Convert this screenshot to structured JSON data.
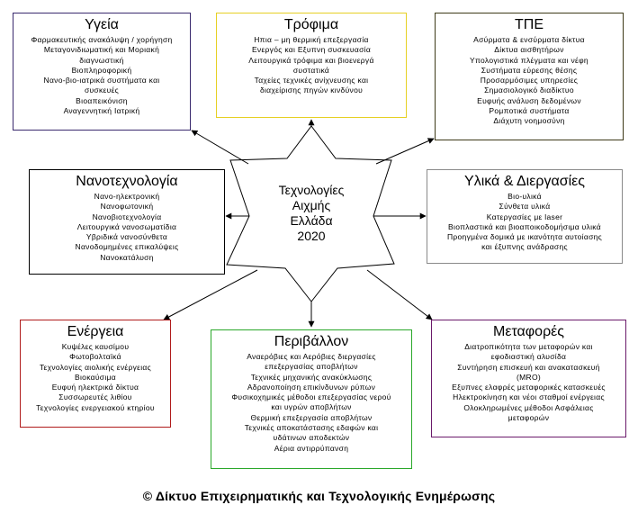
{
  "center": {
    "lines": [
      "Τεχνολογίες",
      "Αιχμής",
      "Ελλάδα",
      "2020"
    ]
  },
  "boxes": [
    {
      "id": "health",
      "title": "Υγεία",
      "color": "#3a2a6e",
      "items": [
        "Φαρμακευτικής ανακάλυψη / χορήγηση",
        "Μεταγονιδιωματική και Μοριακή",
        "διαγνωστική",
        "Βιοπληροφορική",
        "Νανο-βιο-ιατρικά συστήματα και",
        "συσκευές",
        "Βιοαπεικόνιση",
        "Αναγεννητική Ιατρική"
      ]
    },
    {
      "id": "food",
      "title": "Τρόφιμα",
      "color": "#e6d024",
      "items": [
        "Ηπια – μη θερμική επεξεργασία",
        "Ενεργός και Εξυπνη συσκευασία",
        "Λειτουργικά τρόφιμα και βιοενεργά",
        "συστατικά",
        "Ταχείες τεχνικές ανίχνευσης και",
        "διαχείρισης πηγών κινδύνου"
      ]
    },
    {
      "id": "ict",
      "title": "ΤΠΕ",
      "color": "#3d3a18",
      "items": [
        "Ασύρματα & ενσύρματα δίκτυα",
        "Δίκτυα αισθητήρων",
        "Υπολογιστικά πλέγματα και νέφη",
        "Συστήματα εύρεσης θέσης",
        "Προσαρμόσιμες υπηρεσίες",
        "Σημασιολογικό διαδίκτυο",
        "Ευφυής ανάλυση δεδομένων",
        "Ρομποτικά συστήματα",
        "Διάχυτη νοημοσύνη"
      ]
    },
    {
      "id": "nano",
      "title": "Νανοτεχνολογία",
      "color": "#000000",
      "items": [
        "Νανο-ηλεκτρονική",
        "Νανοφωτονική",
        "Νανοβιοτεχνολογία",
        "Λειτουργικά νανοσωματίδια",
        "Υβριδικά νανοσύνθετα",
        "Νανοδομημένες επικαλύψεις",
        "Νανοκατάλυση"
      ]
    },
    {
      "id": "materials",
      "title": "Υλικά & Διεργασίες",
      "color": "#8a8a8a",
      "items": [
        "Βιο-υλικά",
        "Σύνθετα υλικά",
        "Κατεργασίες με laser",
        "Βιοπλαστικά και βιοαποικοδομήσιμα υλικά",
        "Προηγμένα δομικά με ικανότητα αυτοίασης",
        "και έξυπνης ανάδρασης"
      ]
    },
    {
      "id": "energy",
      "title": "Ενέργεια",
      "color": "#b01c1c",
      "items": [
        "Κυψέλες καυσίμου",
        "Φωτοβολταϊκά",
        "Τεχνολογίες αιολικής ενέργειας",
        "Βιοκαύσιμα",
        "Ευφυή ηλεκτρικά δίκτυα",
        "Συσσωρευτές λιθίου",
        "Τεχνολογίες ενεργειακού κτηρίου"
      ]
    },
    {
      "id": "environment",
      "title": "Περιβάλλον",
      "color": "#2aa82a",
      "items": [
        "Αναερόβιες και Αερόβιες διεργασίες",
        "επεξεργασίας αποβλήτων",
        "Τεχνικές μηχανικής ανακύκλωσης",
        "Αδρανοποίηση επικίνδυνων ρύπων",
        "Φυσικοχημικές μέθοδοι επεξεργασίας νερού",
        "και υγρών αποβλήτων",
        "Θερμική επεξεργασία αποβλήτων",
        "Τεχνικές αποκατάστασης εδαφών και",
        "υδάτινων αποδεκτών",
        "Αέρια αντιρρύπανση"
      ]
    },
    {
      "id": "transport",
      "title": "Μεταφορές",
      "color": "#6a1a6a",
      "items": [
        "Διατροπικότητα των μεταφορών και",
        "εφοδιαστική αλυσίδα",
        "Συντήρηση επισκευή και ανακατασκευή",
        "(MRO)",
        "Εξυπνες ελαφρές μεταφορικές κατασκευές",
        "Ηλεκτροκίνηση και νέοι σταθμοί ενέργειας",
        "Ολοκληρωμένες μέθοδοι Ασφάλειας",
        "μεταφορών"
      ]
    }
  ],
  "footer": "© Δίκτυο Επιχειρηματικής και Τεχνολογικής Ενημέρωσης"
}
